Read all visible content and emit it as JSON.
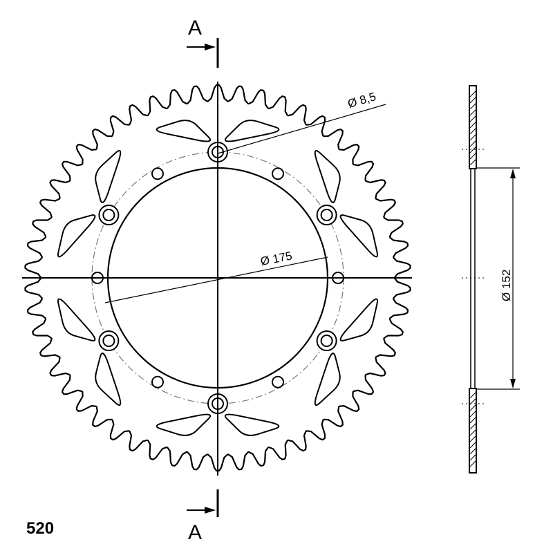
{
  "section_marker": {
    "top": "A",
    "bottom": "A"
  },
  "dimensions": {
    "hole_diameter": "Ø 8,5",
    "bore_diameter": "Ø 175",
    "bolt_circle_diameter": "Ø 152"
  },
  "chain_size": "520",
  "sprocket": {
    "teeth": 54,
    "mounting_holes": 6,
    "light_holes": 6,
    "cutouts": 12
  },
  "colors": {
    "line": "#000000",
    "centerline": "#777777",
    "background": "#ffffff"
  }
}
